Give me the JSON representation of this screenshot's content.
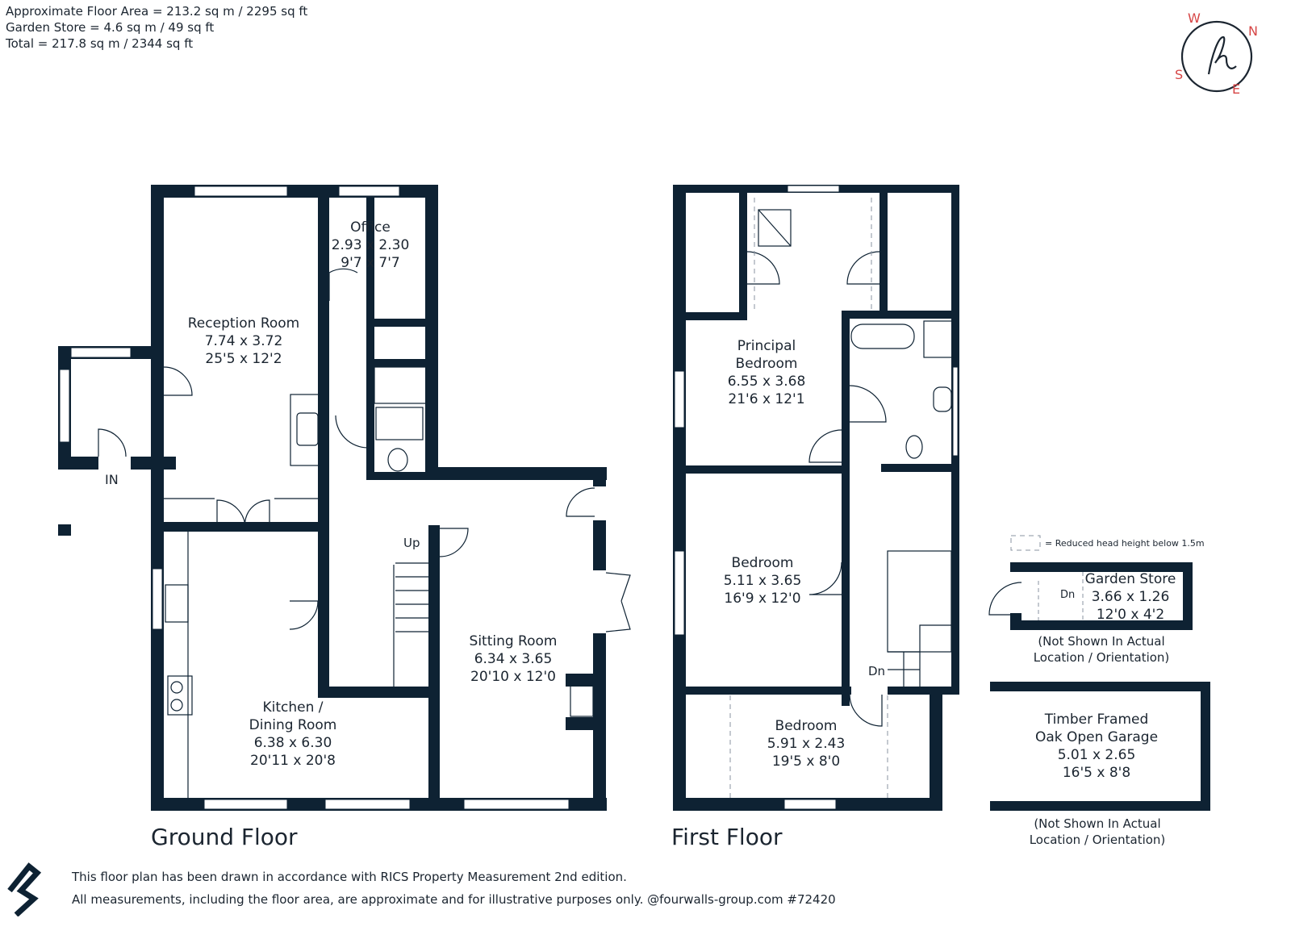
{
  "header": {
    "floor_area": "Approximate Floor Area = 213.2 sq m / 2295 sq ft",
    "garden_store": "Garden Store = 4.6 sq m / 49 sq ft",
    "total": "Total = 217.8 sq m / 2344 sq ft"
  },
  "compass": {
    "w": "W",
    "n": "N",
    "s": "S",
    "e": "E",
    "accent": "#d64545"
  },
  "colors": {
    "wall": "#0e2233",
    "text": "#1b2530"
  },
  "ground_floor": {
    "title": "Ground Floor",
    "in_label": "IN",
    "up_label": "Up",
    "rooms": {
      "office": [
        "Office",
        "2.93 x 2.30",
        "9'7 x 7'7"
      ],
      "reception": [
        "Reception Room",
        "7.74 x 3.72",
        "25'5 x 12'2"
      ],
      "kitchen": [
        "Kitchen /",
        "Dining Room",
        "6.38 x 6.30",
        "20'11 x 20'8"
      ],
      "sitting": [
        "Sitting Room",
        "6.34 x 3.65",
        "20'10 x 12'0"
      ]
    }
  },
  "first_floor": {
    "title": "First Floor",
    "dn_label": "Dn",
    "rooms": {
      "principal": [
        "Principal",
        "Bedroom",
        "6.55 x 3.68",
        "21'6 x 12'1"
      ],
      "bedroom2": [
        "Bedroom",
        "5.11 x 3.65",
        "16'9 x 12'0"
      ],
      "bedroom3": [
        "Bedroom",
        "5.91 x 2.43",
        "19'5 x 8'0"
      ]
    }
  },
  "legend": {
    "text": "= Reduced head height below 1.5m"
  },
  "garden_store": {
    "name": "Garden Store",
    "dims_m": "3.66 x 1.26",
    "dims_ft": "12'0 x 4'2",
    "dn_label": "Dn",
    "note": [
      "(Not Shown In Actual",
      "Location / Orientation)"
    ]
  },
  "garage": {
    "lines": [
      "Timber Framed",
      "Oak Open Garage",
      "5.01 x 2.65",
      "16'5 x 8'8"
    ],
    "note": [
      "(Not Shown In Actual",
      "Location / Orientation)"
    ]
  },
  "footer": {
    "line1": "This floor plan has been drawn in accordance with RICS Property Measurement 2nd edition.",
    "line2": "All measurements, including the floor area, are approximate and for illustrative purposes only. @fourwalls-group.com #72420"
  }
}
